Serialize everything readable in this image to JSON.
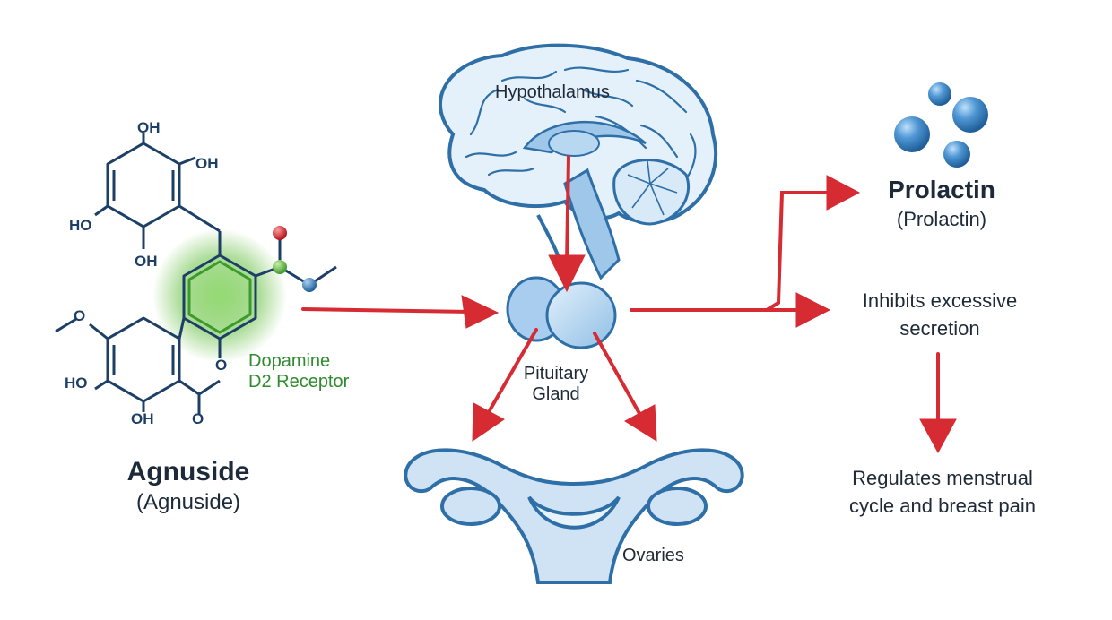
{
  "molecule": {
    "name": "Agnuside",
    "name_sub": "(Agnuside)",
    "receptor_label_line1": "Dopamine",
    "receptor_label_line2": "D2 Receptor",
    "atoms": {
      "oh": "OH",
      "ho": "HO",
      "o": "O"
    }
  },
  "brain": {
    "label": "Hypothalamus"
  },
  "pituitary": {
    "label_line1": "Pituitary",
    "label_line2": "Gland"
  },
  "ovaries": {
    "label": "Ovaries"
  },
  "prolactin": {
    "title": "Prolactin",
    "subtitle": "(Prolactin)"
  },
  "effects": {
    "inhibit_line1": "Inhibits excessive",
    "inhibit_line2": "secretion",
    "regulate_line1": "Regulates menstrual",
    "regulate_line2": "cycle and breast pain"
  },
  "colors": {
    "arrow": "#d62b32",
    "organ_fill": "#cfe3f4",
    "organ_stroke": "#2f6fa8",
    "molecule": "#1d3f66",
    "receptor_glow": "#6cc24a",
    "receptor_text": "#2e8b2e",
    "prolactin_ball": "#3f86c6"
  }
}
